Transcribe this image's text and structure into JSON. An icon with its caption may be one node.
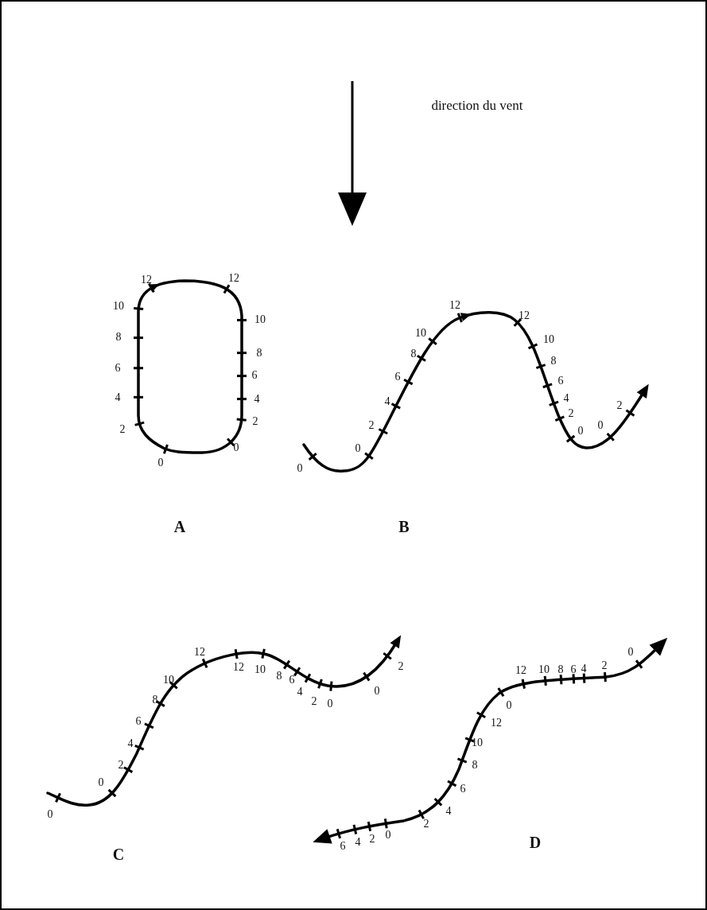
{
  "diagram": {
    "labels": [
      "direction du vent",
      "12",
      "12",
      "10",
      "10",
      "8",
      "8",
      "6",
      "6",
      "4",
      "4",
      "2",
      "2",
      "0",
      "0",
      "12",
      "12",
      "10",
      "10",
      "8",
      "8",
      "6",
      "6",
      "4",
      "4",
      "2",
      "2",
      "0",
      "0",
      "0",
      "0",
      "2",
      "A",
      "B",
      "12",
      "10",
      "12",
      "10",
      "8",
      "8",
      "6",
      "6",
      "4",
      "4",
      "2",
      "2",
      "0",
      "0",
      "0",
      "0",
      "2",
      "0",
      "12",
      "10",
      "8",
      "6",
      "4",
      "2",
      "0",
      "12",
      "10",
      "8",
      "6",
      "4",
      "2",
      "0",
      "2",
      "4",
      "6",
      "C",
      "D"
    ]
  }
}
